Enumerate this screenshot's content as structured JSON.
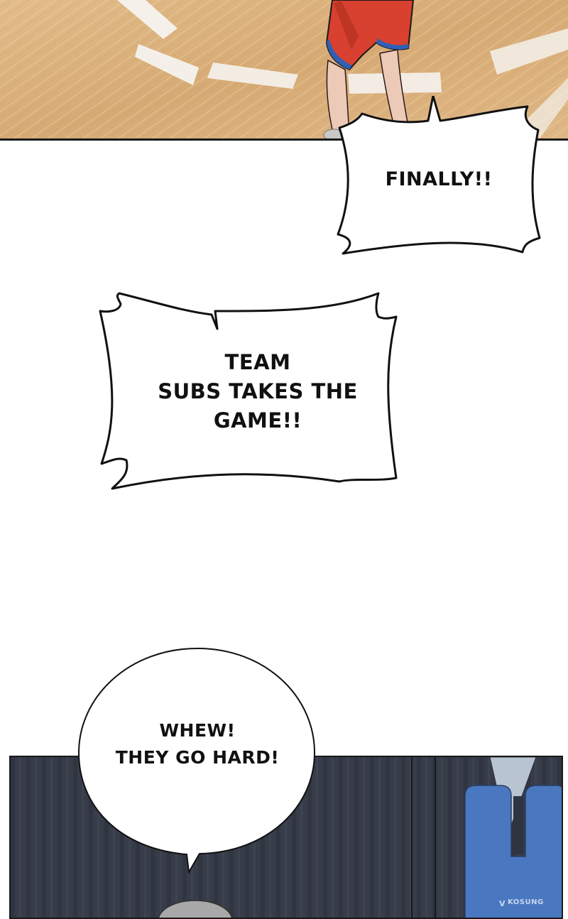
{
  "panels": [
    {
      "id": "court",
      "scene": "basketball-court-floor-with-player-legs",
      "colors": {
        "wood": "#d9b07f",
        "wood_light": "#e8c898",
        "court_line": "#f5f2ee",
        "shorts": "#d8402f",
        "shorts_trim": "#2f5fb8",
        "skin": "#edc9b8",
        "shoe": "#c8c8c8"
      }
    },
    {
      "id": "gym-wall",
      "scene": "dark-gym-wall-with-blue-padding",
      "colors": {
        "wall": "#363c48",
        "wall_stripe": "#2a2f38",
        "pad": "#4a78c0",
        "pad_dark": "#3a62a5",
        "hair": "#a8a8a8"
      },
      "pad_logo": {
        "icon": "v-chevron-logo",
        "text": "KOSUNG"
      }
    }
  ],
  "bubbles": [
    {
      "id": "finally",
      "shape": "spiky",
      "lines": [
        "FINALLY!!"
      ]
    },
    {
      "id": "team-subs",
      "shape": "spiky",
      "lines": [
        "TEAM",
        "SUBS TAKES THE",
        "GAME!!"
      ]
    },
    {
      "id": "whew",
      "shape": "oval",
      "lines": [
        "WHEW!",
        "THEY GO HARD!"
      ]
    }
  ]
}
